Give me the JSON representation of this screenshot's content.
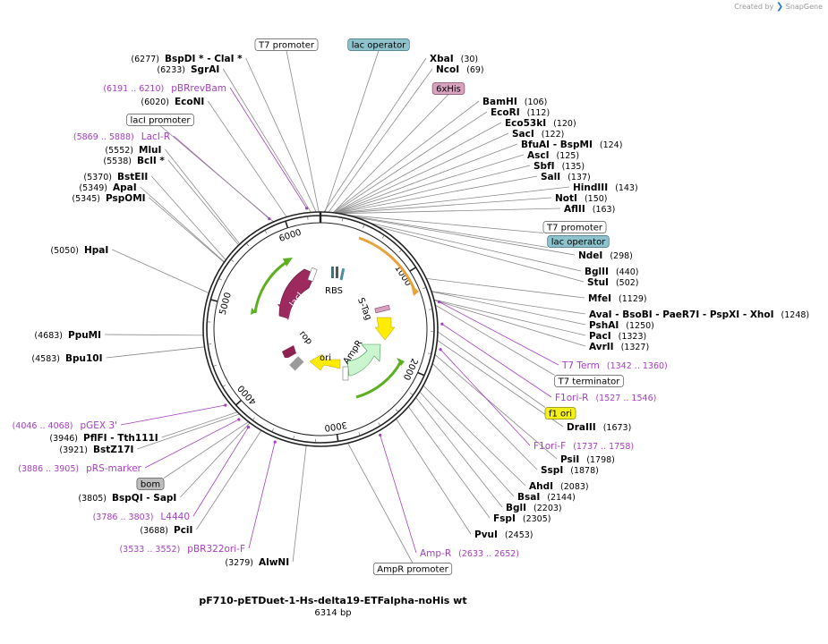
{
  "branding": {
    "created_by": "Created by",
    "product": "SnapGene"
  },
  "plasmid": {
    "name": "pF710-pETDuet-1-Hs-delta19-ETFalpha-noHis wt",
    "length_label": "6314 bp"
  },
  "ticks": [
    "1000",
    "2000",
    "3000",
    "4000",
    "5000",
    "6000"
  ],
  "features": [
    "lacI",
    "RBS",
    "S-Tag",
    "rop",
    "ori",
    "AmpR"
  ],
  "boxed_labels": [
    {
      "text": "T7 promoter",
      "fill": "#ffffff",
      "stroke": "#555555"
    },
    {
      "text": "lac operator",
      "fill": "#8ec3cd",
      "stroke": "#3a6f7a"
    },
    {
      "text": "6xHis",
      "fill": "#d9a3c0",
      "stroke": "#7c4a66"
    },
    {
      "text": "lacI promoter",
      "fill": "#ffffff",
      "stroke": "#555555"
    },
    {
      "text": "T7 promoter",
      "fill": "#ffffff",
      "stroke": "#555555"
    },
    {
      "text": "lac operator",
      "fill": "#8ec3cd",
      "stroke": "#3a6f7a"
    },
    {
      "text": "T7 terminator",
      "fill": "#ffffff",
      "stroke": "#555555"
    },
    {
      "text": "f1 ori",
      "fill": "#f4f01c",
      "stroke": "#8a8400"
    },
    {
      "text": "bom",
      "fill": "#bdbdbd",
      "stroke": "#555555"
    },
    {
      "text": "AmpR promoter",
      "fill": "#ffffff",
      "stroke": "#555555"
    }
  ],
  "enzyme_labels": [
    {
      "pos": "(30)",
      "name": "XbaI"
    },
    {
      "pos": "(69)",
      "name": "NcoI"
    },
    {
      "pos": "(106)",
      "name": "BamHI"
    },
    {
      "pos": "(112)",
      "name": "EcoRI"
    },
    {
      "pos": "(120)",
      "name": "Eco53kI"
    },
    {
      "pos": "(122)",
      "name": "SacI"
    },
    {
      "pos": "(124)",
      "name": "BfuAI  - BspMI"
    },
    {
      "pos": "(125)",
      "name": "AscI"
    },
    {
      "pos": "(135)",
      "name": "SbfI"
    },
    {
      "pos": "(137)",
      "name": "SalI"
    },
    {
      "pos": "(143)",
      "name": "HindIII"
    },
    {
      "pos": "(150)",
      "name": "NotI"
    },
    {
      "pos": "(163)",
      "name": "AflII"
    },
    {
      "pos": "(298)",
      "name": "NdeI"
    },
    {
      "pos": "(440)",
      "name": "BglII"
    },
    {
      "pos": "(502)",
      "name": "StuI"
    },
    {
      "pos": "(1129)",
      "name": "MfeI"
    },
    {
      "pos": "(1248)",
      "name": "AvaI  - BsoBI  - PaeR7I  - PspXI  - XhoI"
    },
    {
      "pos": "(1250)",
      "name": "PshAI"
    },
    {
      "pos": "(1323)",
      "name": "PacI"
    },
    {
      "pos": "(1327)",
      "name": "AvrII"
    },
    {
      "pos": "(1673)",
      "name": "DraIII"
    },
    {
      "pos": "(1798)",
      "name": "PsiI"
    },
    {
      "pos": "(1878)",
      "name": "SspI"
    },
    {
      "pos": "(2083)",
      "name": "AhdI"
    },
    {
      "pos": "(2144)",
      "name": "BsaI"
    },
    {
      "pos": "(2203)",
      "name": "BglI"
    },
    {
      "pos": "(2305)",
      "name": "FspI"
    },
    {
      "pos": "(2453)",
      "name": "PvuI"
    },
    {
      "pos": "(6277)",
      "name": "BspDI *  - ClaI *"
    },
    {
      "pos": "(6233)",
      "name": "SgrAI"
    },
    {
      "pos": "(6020)",
      "name": "EcoNI"
    },
    {
      "pos": "(5552)",
      "name": "MluI"
    },
    {
      "pos": "(5538)",
      "name": "BclI *"
    },
    {
      "pos": "(5370)",
      "name": "BstEII"
    },
    {
      "pos": "(5349)",
      "name": "ApaI"
    },
    {
      "pos": "(5345)",
      "name": "PspOMI"
    },
    {
      "pos": "(5050)",
      "name": "HpaI"
    },
    {
      "pos": "(4683)",
      "name": "PpuMI"
    },
    {
      "pos": "(4583)",
      "name": "Bpu10I"
    },
    {
      "pos": "(3946)",
      "name": "PflFI  - Tth111I"
    },
    {
      "pos": "(3921)",
      "name": "BstZ17I"
    },
    {
      "pos": "(3805)",
      "name": "BspQI   - SapI"
    },
    {
      "pos": "(3688)",
      "name": "PciI"
    },
    {
      "pos": "(3279)",
      "name": "AlwNI"
    }
  ],
  "primer_labels": [
    {
      "name": "pBRrevBam",
      "range": "(6191 .. 6210)"
    },
    {
      "name": "LacI-R",
      "range": "(5869 .. 5888)"
    },
    {
      "name": "T7 Term",
      "range": "(1342 .. 1360)"
    },
    {
      "name": "F1ori-R",
      "range": "(1527 .. 1546)"
    },
    {
      "name": "F1ori-F",
      "range": "(1737 .. 1758)"
    },
    {
      "name": "Amp-R",
      "range": "(2633 .. 2652)"
    },
    {
      "name": "pGEX 3'",
      "range": "(4046 .. 4068)"
    },
    {
      "name": "pRS-marker",
      "range": "(3886 .. 3905)"
    },
    {
      "name": "L4440",
      "range": "(3786 .. 3803)"
    },
    {
      "name": "pBR322ori-F",
      "range": "(3533 .. 3552)"
    }
  ],
  "colors": {
    "backbone": "#222222",
    "lacI": "#9c2a5e",
    "rop": "#8c2250",
    "ori": "#9a9a9a",
    "AmpR": "#c9f5cf",
    "orange": "#e5a33a",
    "green": "#5cb020",
    "yellow": "#ffec00",
    "primer": "#a43ec0",
    "line": "#8a8a8a"
  }
}
